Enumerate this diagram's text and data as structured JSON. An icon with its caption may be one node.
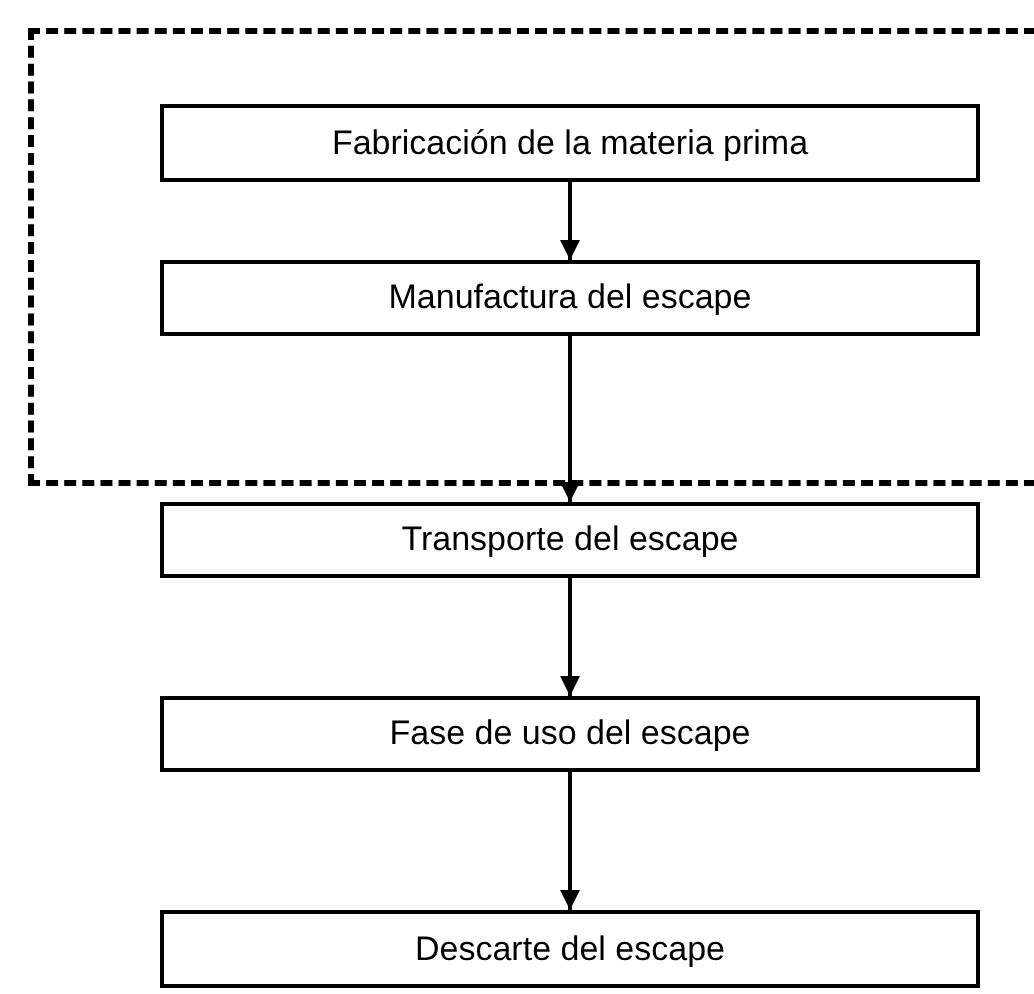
{
  "diagram": {
    "nodes": [
      {
        "text": [],
        "shape": "box"
      },
      {
        "text": [
          "Fabricación de la materia prima"
        ],
        "in": 0
      },
      {
        "text": [
          "Manufactura del escape"
        ],
        "in": 0
      },
      {
        "text": [
          "Transporte del escape"
        ]
      },
      {
        "text": [
          "Fase de uso del escape"
        ]
      },
      {
        "text": [
          "Descarte del escape"
        ]
      }
    ],
    "edges": [
      {
        "from": 1,
        "to": 2,
        "arrow": "to"
      },
      {
        "from": 2,
        "to": 3,
        "arrow": "to"
      },
      {
        "from": 3,
        "to": 4,
        "arrow": "to"
      },
      {
        "from": 4,
        "to": 5,
        "arrow": "to"
      }
    ]
  }
}
